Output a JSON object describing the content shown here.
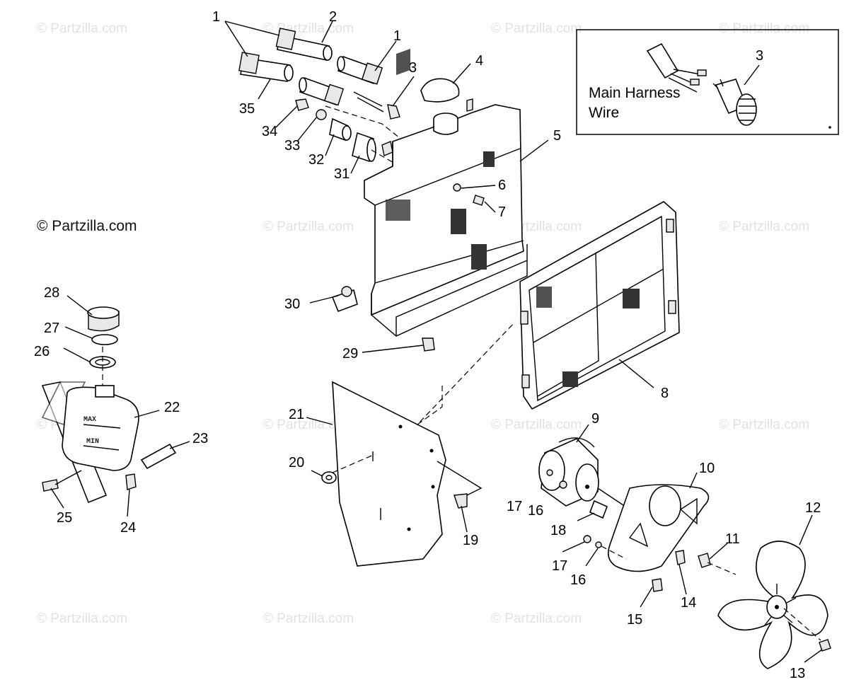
{
  "watermark": "© Partzilla.com",
  "inset": {
    "label_line1": "Main Harness",
    "label_line2": "Wire",
    "callout": "3"
  },
  "tank_marks": {
    "max": "MAX",
    "min": "MIN"
  },
  "callouts": {
    "c1a": "1",
    "c1b": "1",
    "c2": "2",
    "c3": "3",
    "c4": "4",
    "c5": "5",
    "c6": "6",
    "c7": "7",
    "c8": "8",
    "c9": "9",
    "c10": "10",
    "c11": "11",
    "c12": "12",
    "c13": "13",
    "c14": "14",
    "c15": "15",
    "c16a": "16",
    "c16b": "16",
    "c17a": "17",
    "c17b": "17",
    "c18": "18",
    "c19": "19",
    "c20": "20",
    "c21": "21",
    "c22": "22",
    "c23": "23",
    "c24": "24",
    "c25": "25",
    "c26": "26",
    "c27": "27",
    "c28": "28",
    "c29": "29",
    "c30": "30",
    "c31": "31",
    "c32": "32",
    "c33": "33",
    "c34": "34",
    "c35": "35"
  }
}
